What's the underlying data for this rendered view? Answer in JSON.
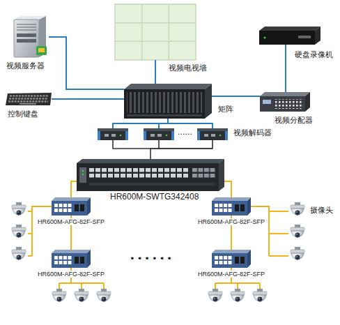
{
  "diagram": {
    "nodes": [
      {
        "text": [
          "视频服务器"
        ]
      },
      {
        "text": [
          "视频电视墙"
        ]
      },
      {
        "text": [
          "硬盘录像机"
        ]
      },
      {
        "text": [
          "控制键盘"
        ]
      },
      {
        "text": [
          "矩阵"
        ]
      },
      {
        "text": [
          "视频分配器"
        ]
      },
      {
        "text": [
          "视频解码器"
        ]
      },
      {
        "text": [
          "HR600M-SWTG342408"
        ]
      },
      {
        "text": [
          "HR600M-AFG-82F-SFP"
        ]
      },
      {
        "text": [
          "HR600M-AFG-82F-SFP"
        ]
      },
      {
        "text": [
          "HR600M-AFG-82F-SFP"
        ]
      },
      {
        "text": [
          "HR600M-AFG-82F-SFP"
        ]
      },
      {
        "text": [
          "摄像头"
        ]
      }
    ],
    "edges": [
      {
        "from": 0,
        "to": 4,
        "arrow": "none"
      },
      {
        "from": 1,
        "to": 4,
        "arrow": "none"
      },
      {
        "from": 3,
        "to": 4,
        "arrow": "none"
      },
      {
        "from": 4,
        "to": 5,
        "arrow": "none"
      },
      {
        "from": 2,
        "to": 5,
        "arrow": "none"
      },
      {
        "from": 4,
        "to": 6,
        "arrow": "none"
      },
      {
        "from": 6,
        "to": 7,
        "arrow": "none"
      },
      {
        "from": 7,
        "to": 8,
        "arrow": "none"
      },
      {
        "from": 7,
        "to": 9,
        "arrow": "none"
      },
      {
        "from": 8,
        "to": 10,
        "arrow": "none"
      },
      {
        "from": 9,
        "to": 11,
        "arrow": "none"
      },
      {
        "from": 9,
        "to": 12,
        "arrow": "none"
      }
    ],
    "labels": [
      "......",
      "••••••"
    ]
  }
}
